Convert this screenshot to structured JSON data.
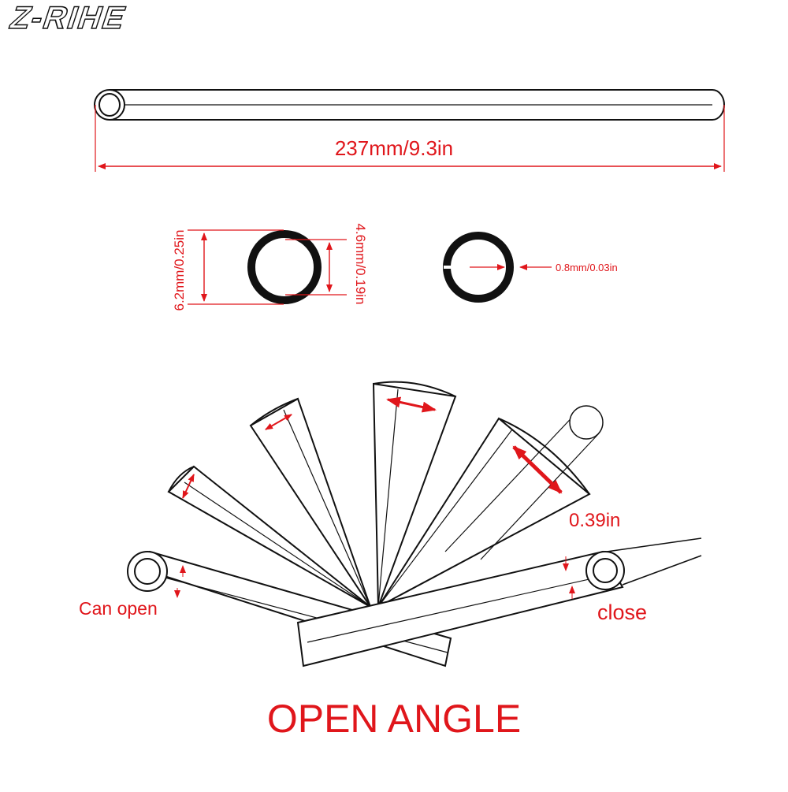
{
  "brand": {
    "logo_text": "Z-RIHE"
  },
  "colors": {
    "dimension": "#e0161b",
    "line": "#111111",
    "background": "#ffffff"
  },
  "dimensions": {
    "length": "237mm/9.3in",
    "outer_diameter": "6.2mm/0.25in",
    "inner_diameter": "4.6mm/0.19in",
    "slit_width": "0.8mm/0.03in",
    "open_width": "0.39in"
  },
  "labels": {
    "can_open": "Can open",
    "close": "close",
    "caption": "OPEN ANGLE"
  }
}
